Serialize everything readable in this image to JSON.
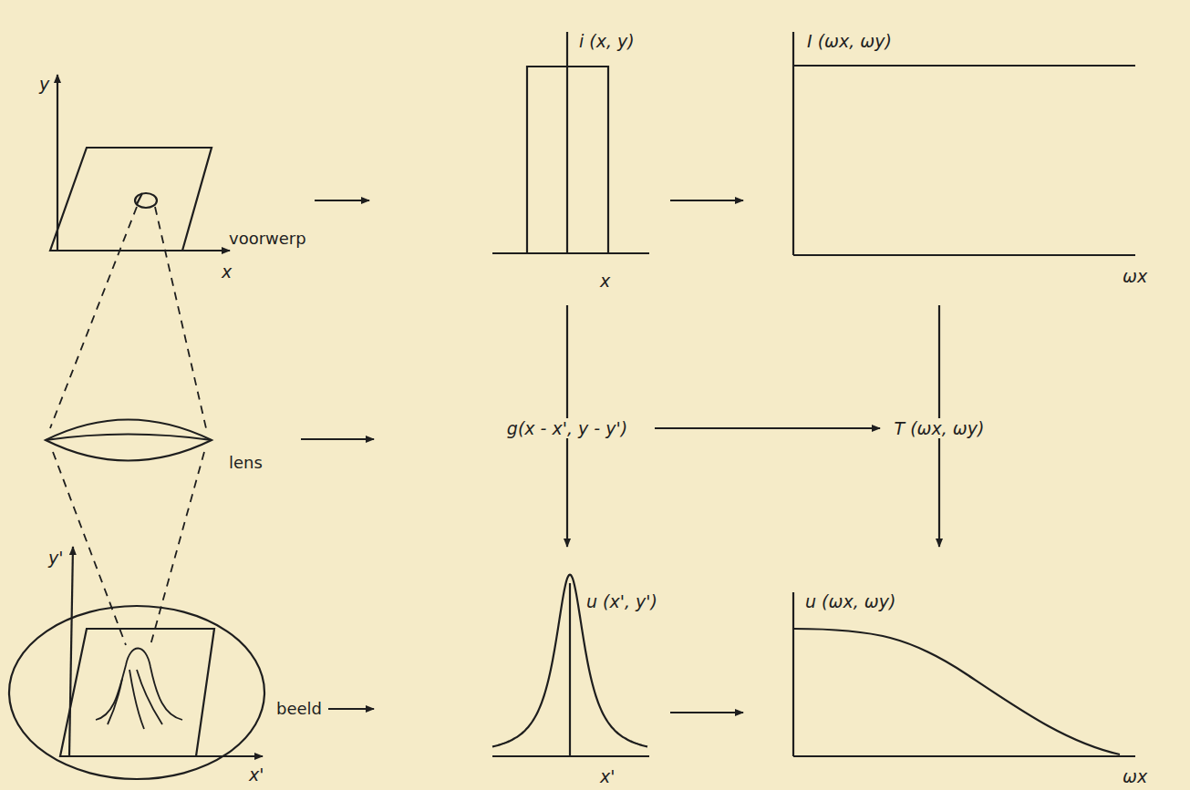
{
  "diagram": {
    "labels": [
      "y",
      "x",
      "voorwerp",
      "i (x, y)",
      "x",
      "I (ωx, ωy)",
      "ωx",
      "lens",
      "g(x - x', y - y')",
      "T (ωx, ωy)",
      "beeld",
      "y'",
      "x'",
      "u (x', y')",
      "x'",
      "u (ωx, ωy)",
      "ωx"
    ]
  }
}
